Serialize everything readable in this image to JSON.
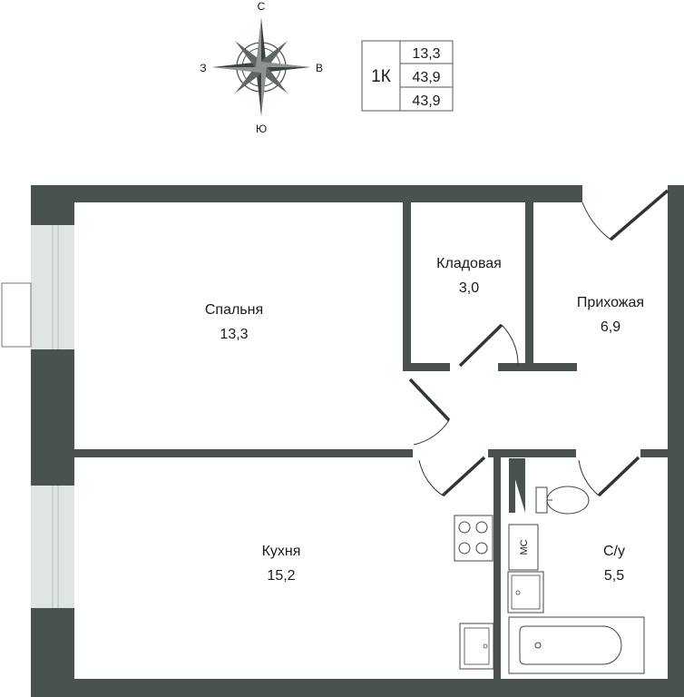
{
  "compass": {
    "north": "С",
    "south": "Ю",
    "west": "З",
    "east": "В"
  },
  "summary": {
    "type": "1К",
    "living_area": "13,3",
    "total_area": "43,9",
    "total_area_2": "43,9"
  },
  "rooms": {
    "bedroom": {
      "name": "Спальня",
      "area": "13,3"
    },
    "storage": {
      "name": "Кладовая",
      "area": "3,0"
    },
    "hall": {
      "name": "Прихожая",
      "area": "6,9"
    },
    "kitchen": {
      "name": "Кухня",
      "area": "15,2"
    },
    "bathroom": {
      "name": "С/у",
      "area": "5,5"
    }
  },
  "fixtures": {
    "washer": "МС"
  },
  "colors": {
    "wall": "#4a5250",
    "window": "#dfe5e1",
    "line": "#2f3533"
  }
}
